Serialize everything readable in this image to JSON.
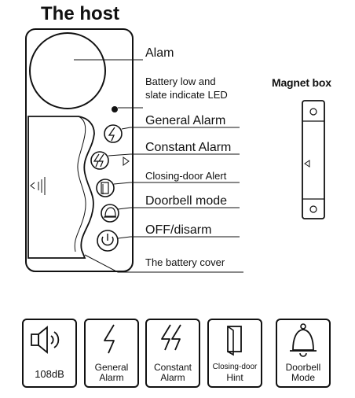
{
  "host": {
    "title": "The host",
    "callouts": [
      {
        "id": "alam",
        "text": "Alam"
      },
      {
        "id": "led",
        "lines": [
          "Battery low and",
          "slate indicate LED"
        ]
      },
      {
        "id": "general",
        "text": "General Alarm"
      },
      {
        "id": "constant",
        "text": "Constant Alarm"
      },
      {
        "id": "closing",
        "text": "Closing-door Alert"
      },
      {
        "id": "doorbell",
        "text": "Doorbell mode"
      },
      {
        "id": "off",
        "text": "OFF/disarm"
      },
      {
        "id": "battery",
        "text": "The battery cover"
      }
    ]
  },
  "magnet": {
    "title": "Magnet box"
  },
  "icons": [
    {
      "id": "volume",
      "icon": "speaker-icon",
      "lines": [
        "108dB"
      ]
    },
    {
      "id": "general",
      "icon": "lightning-icon",
      "lines": [
        "General",
        "Alarm"
      ]
    },
    {
      "id": "constant",
      "icon": "double-lightning-icon",
      "lines": [
        "Constant",
        "Alarm"
      ]
    },
    {
      "id": "closing",
      "icon": "door-icon",
      "lines": [
        "Closing-door",
        "Hint"
      ]
    },
    {
      "id": "doorbell",
      "icon": "bell-icon",
      "lines": [
        "Doorbell",
        "Mode"
      ]
    }
  ]
}
